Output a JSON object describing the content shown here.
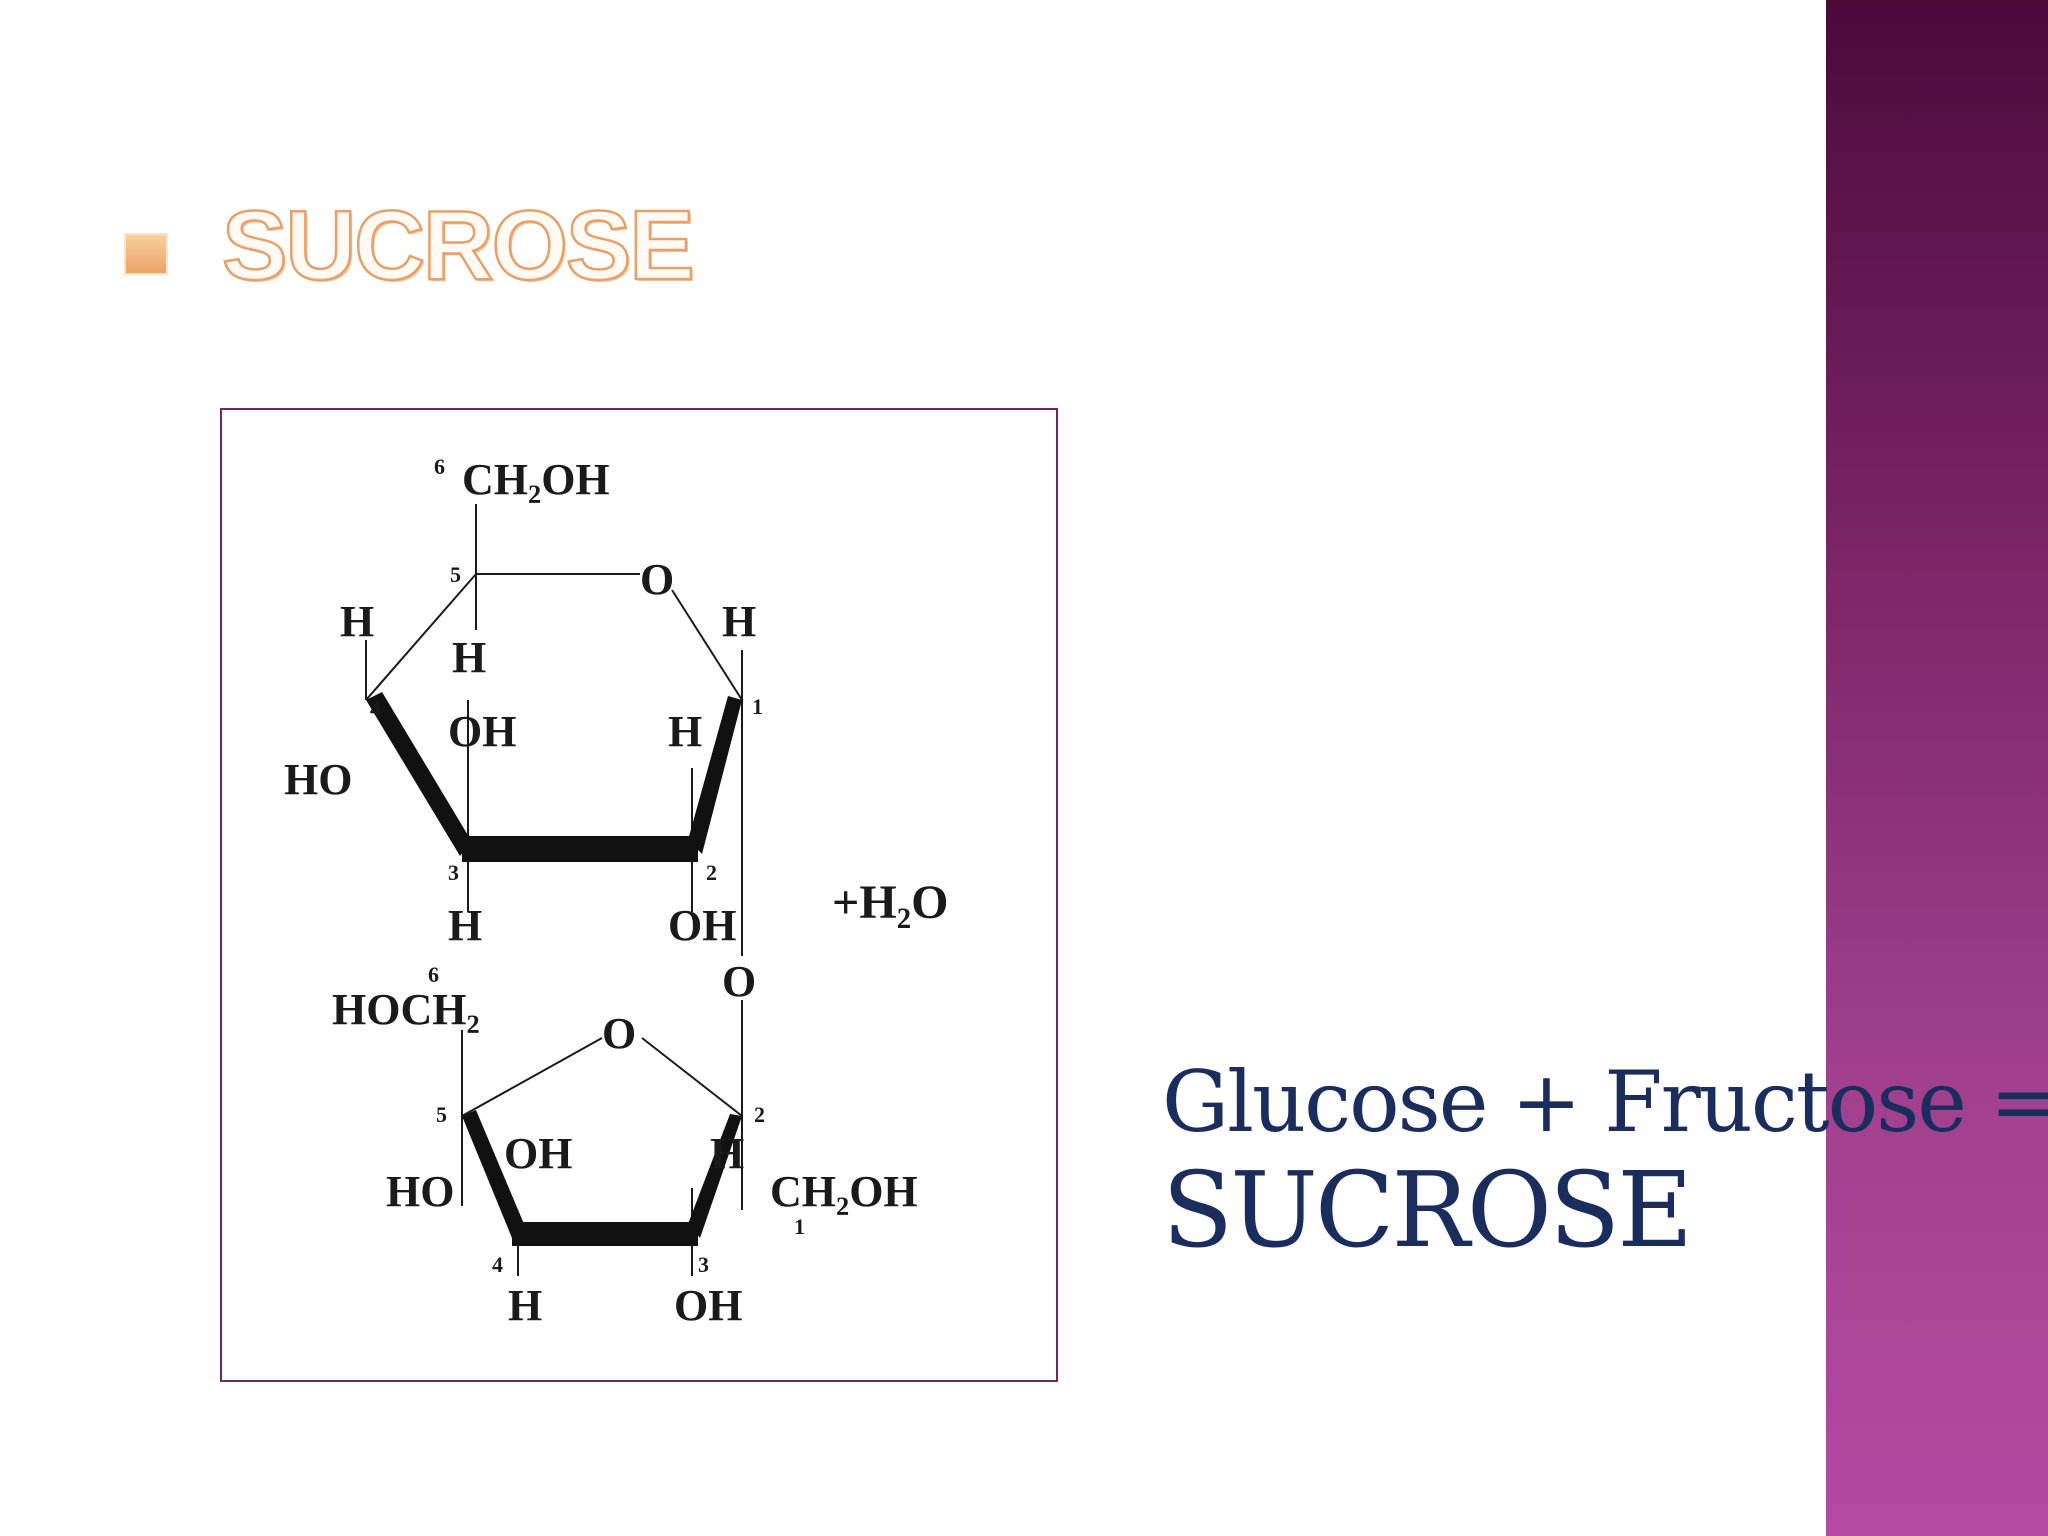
{
  "slide": {
    "title": "SUCROSE",
    "accent_color": "#e8a068",
    "sidebar_color": "#7a2466"
  },
  "structure": {
    "glucose": {
      "c6_label": "6",
      "c6_group": "CH₂OH",
      "c5": "5",
      "c4": "4",
      "c3": "3",
      "c2": "2",
      "c1": "1",
      "ring_oxygen": "O",
      "h_c4": "H",
      "h_c5": "H",
      "h_c1": "H",
      "h_c2": "H",
      "h_c3": "H",
      "oh_c4": "HO",
      "oh_c3": "OH",
      "oh_c2": "OH"
    },
    "glycosidic_oxygen": "O",
    "water": "+H₂O",
    "fructose": {
      "c6_label": "6",
      "c6_group": "HOCH₂",
      "ring_oxygen": "O",
      "c5": "5",
      "c4": "4",
      "c3": "3",
      "c2": "2",
      "c1": "1",
      "oh_c5_left": "HO",
      "oh_c4": "OH",
      "h_c4": "H",
      "h_c3": "H",
      "oh_c3": "OH",
      "c1_group": "CH₂OH"
    }
  },
  "caption": {
    "line1": "Glucose + Fructose  =",
    "line2": "SUCROSE"
  }
}
